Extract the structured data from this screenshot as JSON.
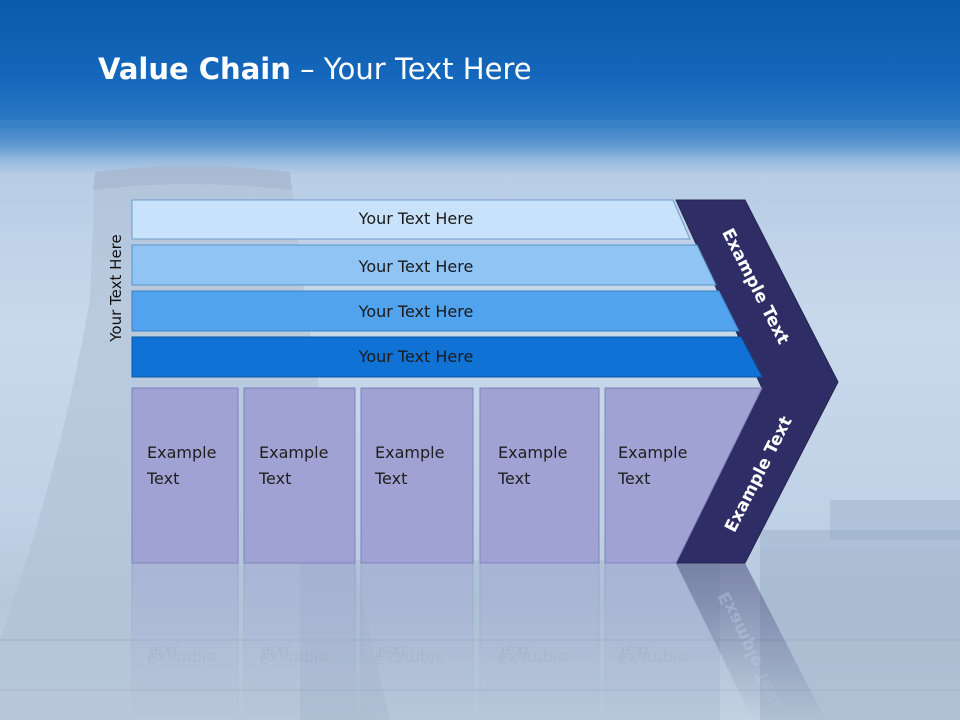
{
  "slide": {
    "title_bold": "Value Chain",
    "title_rest": " – Your Text Here",
    "vertical_label": "Your Text Here"
  },
  "bars": [
    {
      "label": "Your Text Here",
      "color": "#c9e2fb"
    },
    {
      "label": "Your Text Here",
      "color": "#8fc4f4"
    },
    {
      "label": "Your Text Here",
      "color": "#52a3ee"
    },
    {
      "label": "Your Text Here",
      "color": "#0f72d4"
    }
  ],
  "columns": [
    {
      "line1": "Example",
      "line2": "Text"
    },
    {
      "line1": "Example",
      "line2": "Text"
    },
    {
      "line1": "Example",
      "line2": "Text"
    },
    {
      "line1": "Example",
      "line2": "Text"
    },
    {
      "line1": "Example",
      "line2": "Text"
    }
  ],
  "chevron": {
    "upper_label": "Example Text",
    "lower_label": "Example Text",
    "color": "#2e2d66"
  },
  "colors": {
    "column_fill": "#9fa2d2",
    "column_stroke": "#7f83b9",
    "header_band": "#0b5fb1"
  }
}
